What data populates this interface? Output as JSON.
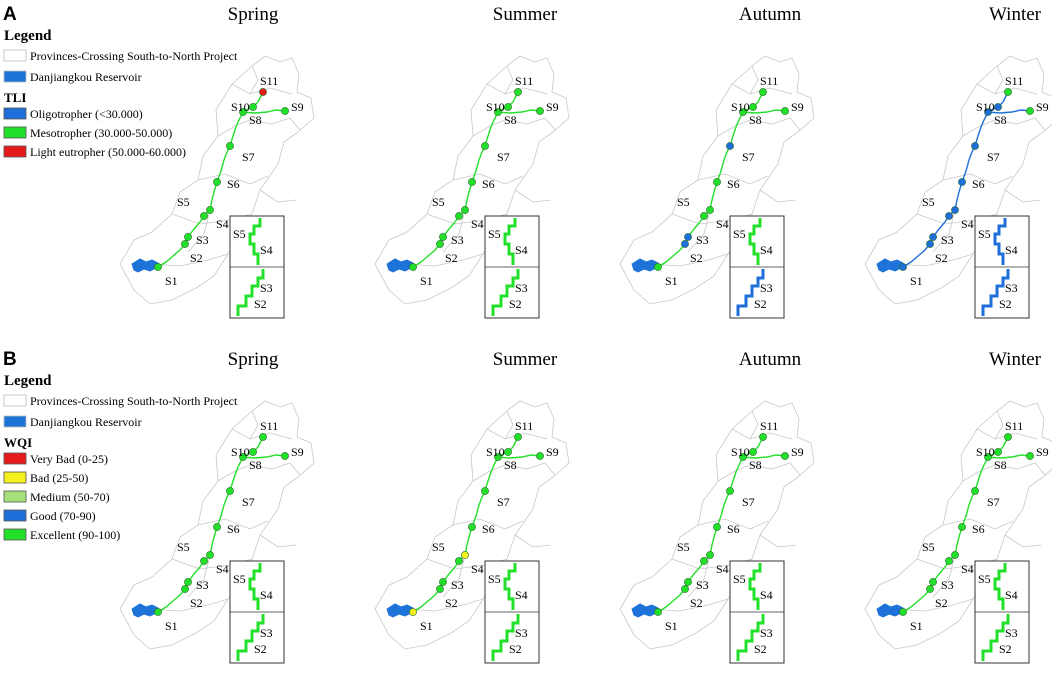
{
  "panels": [
    {
      "letter": "A",
      "legend": {
        "title": "Legend",
        "base_items": [
          {
            "label": "Provinces-Crossing South-to-North Project",
            "color": "#ffffff"
          },
          {
            "label": "Danjiangkou Reservoir",
            "color": "#1e73d8"
          }
        ],
        "index_title": "TLI",
        "index_items": [
          {
            "label": "Oligotropher (<30.000)",
            "color": "#1e6fd9"
          },
          {
            "label": "Mesotropher (30.000-50.000)",
            "color": "#22e02a"
          },
          {
            "label": "Light eutropher (50.000-60.000)",
            "color": "#e51b1b"
          }
        ]
      },
      "maps": [
        {
          "season": "Spring",
          "site_colors": {
            "S1": "#22e02a",
            "S2": "#22e02a",
            "S3": "#22e02a",
            "S4": "#22e02a",
            "S5": "#22e02a",
            "S6": "#22e02a",
            "S7": "#22e02a",
            "S8": "#22e02a",
            "S9": "#22e02a",
            "S10": "#22e02a",
            "S11": "#e51b1b"
          },
          "inset_top": "#22e02a",
          "inset_bottom": "#22e02a"
        },
        {
          "season": "Summer",
          "site_colors": {
            "S1": "#22e02a",
            "S2": "#22e02a",
            "S3": "#22e02a",
            "S4": "#22e02a",
            "S5": "#22e02a",
            "S6": "#22e02a",
            "S7": "#22e02a",
            "S8": "#22e02a",
            "S9": "#22e02a",
            "S10": "#22e02a",
            "S11": "#22e02a"
          },
          "inset_top": "#22e02a",
          "inset_bottom": "#22e02a"
        },
        {
          "season": "Autumn",
          "site_colors": {
            "S1": "#22e02a",
            "S2": "#1e6fd9",
            "S3": "#1e6fd9",
            "S4": "#22e02a",
            "S5": "#22e02a",
            "S6": "#22e02a",
            "S7": "#1e6fd9",
            "S8": "#22e02a",
            "S9": "#22e02a",
            "S10": "#22e02a",
            "S11": "#22e02a"
          },
          "inset_top": "#22e02a",
          "inset_bottom": "#1e6fd9"
        },
        {
          "season": "Winter",
          "site_colors": {
            "S1": "#1e6fd9",
            "S2": "#1e6fd9",
            "S3": "#1e6fd9",
            "S4": "#1e6fd9",
            "S5": "#1e6fd9",
            "S6": "#1e6fd9",
            "S7": "#1e6fd9",
            "S8": "#1e6fd9",
            "S9": "#22e02a",
            "S10": "#1e6fd9",
            "S11": "#22e02a"
          },
          "inset_top": "#1e6fd9",
          "inset_bottom": "#1e6fd9"
        }
      ]
    },
    {
      "letter": "B",
      "legend": {
        "title": "Legend",
        "base_items": [
          {
            "label": "Provinces-Crossing South-to-North Project",
            "color": "#ffffff"
          },
          {
            "label": "Danjiangkou Reservoir",
            "color": "#1e73d8"
          }
        ],
        "index_title": "WQI",
        "index_items": [
          {
            "label": "Very Bad (0-25)",
            "color": "#e51b1b"
          },
          {
            "label": "Bad (25-50)",
            "color": "#f5ef1c"
          },
          {
            "label": "Medium (50-70)",
            "color": "#a6e07a"
          },
          {
            "label": "Good (70-90)",
            "color": "#1e6fd9"
          },
          {
            "label": "Excellent (90-100)",
            "color": "#22e02a"
          }
        ]
      },
      "maps": [
        {
          "season": "Spring",
          "site_colors": {
            "S1": "#22e02a",
            "S2": "#22e02a",
            "S3": "#22e02a",
            "S4": "#22e02a",
            "S5": "#22e02a",
            "S6": "#22e02a",
            "S7": "#22e02a",
            "S8": "#22e02a",
            "S9": "#22e02a",
            "S10": "#22e02a",
            "S11": "#22e02a"
          },
          "inset_top": "#22e02a",
          "inset_bottom": "#22e02a"
        },
        {
          "season": "Summer",
          "site_colors": {
            "S1": "#f5ef1c",
            "S2": "#22e02a",
            "S3": "#22e02a",
            "S4": "#22e02a",
            "S5": "#f5ef1c",
            "S6": "#22e02a",
            "S7": "#22e02a",
            "S8": "#22e02a",
            "S9": "#22e02a",
            "S10": "#22e02a",
            "S11": "#22e02a"
          },
          "inset_top": "#22e02a",
          "inset_bottom": "#22e02a"
        },
        {
          "season": "Autumn",
          "site_colors": {
            "S1": "#22e02a",
            "S2": "#22e02a",
            "S3": "#22e02a",
            "S4": "#22e02a",
            "S5": "#22e02a",
            "S6": "#22e02a",
            "S7": "#22e02a",
            "S8": "#22e02a",
            "S9": "#22e02a",
            "S10": "#22e02a",
            "S11": "#22e02a"
          },
          "inset_top": "#22e02a",
          "inset_bottom": "#22e02a"
        },
        {
          "season": "Winter",
          "site_colors": {
            "S1": "#22e02a",
            "S2": "#22e02a",
            "S3": "#22e02a",
            "S4": "#22e02a",
            "S5": "#22e02a",
            "S6": "#22e02a",
            "S7": "#22e02a",
            "S8": "#22e02a",
            "S9": "#22e02a",
            "S10": "#22e02a",
            "S11": "#22e02a"
          },
          "inset_top": "#22e02a",
          "inset_bottom": "#22e02a"
        }
      ]
    }
  ],
  "sites": [
    "S1",
    "S2",
    "S3",
    "S4",
    "S5",
    "S6",
    "S7",
    "S8",
    "S9",
    "S10",
    "S11"
  ],
  "inset_labels": {
    "top": [
      "S5",
      "S4"
    ],
    "bottom": [
      "S3",
      "S2"
    ]
  },
  "colors": {
    "reservoir": "#1e73d8",
    "province_outline": "#c8c8c8",
    "canal_default": "#22e02a"
  }
}
